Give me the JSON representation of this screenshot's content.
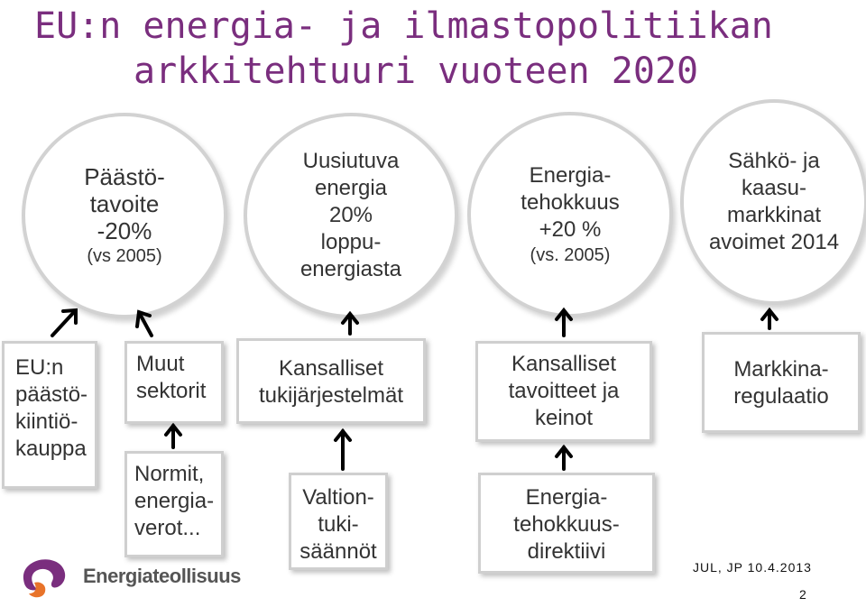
{
  "title": [
    "EU:n energia- ja ilmastopolitiikan",
    "arkkitehtuuri vuoteen 2020"
  ],
  "circles": [
    {
      "lines": [
        "Päästö-",
        "tavoite",
        "-20%"
      ],
      "note": "(vs 2005)"
    },
    {
      "lines": [
        "Uusiutuva",
        "energia",
        "20%",
        "loppu-",
        "energiasta"
      ]
    },
    {
      "lines": [
        "Energia-",
        "tehokkuus",
        "+20 %"
      ],
      "note": "(vs. 2005)"
    },
    {
      "lines": [
        "Sähkö- ja",
        "kaasu-",
        "markkinat",
        "avoimet 2014"
      ]
    }
  ],
  "boxes_top": [
    {
      "lines": [
        "EU:n",
        "päästö-",
        "kiintiö-",
        "kauppa"
      ]
    },
    {
      "lines": [
        "Muut",
        "sektorit"
      ]
    },
    {
      "lines": [
        "Kansalliset",
        "tukijärjestelmät"
      ]
    },
    {
      "lines": [
        "Kansalliset",
        "tavoitteet ja",
        "keinot"
      ]
    },
    {
      "lines": [
        "Markkina-",
        "regulaatio"
      ]
    }
  ],
  "boxes_bottom": [
    {
      "lines": [
        "Normit,",
        "energia-",
        "verot..."
      ]
    },
    {
      "lines": [
        "Valtion-",
        "tuki-",
        "säännöt"
      ]
    },
    {
      "lines": [
        "Energia-",
        "tehokkuus-",
        "direktiivi"
      ]
    }
  ],
  "logo": {
    "text": "Energiateollisuus",
    "colors": {
      "purple": "#7a2e7e",
      "orange": "#e8732a"
    }
  },
  "footer": {
    "credit": "JUL, JP 10.4.2013",
    "page": "2"
  },
  "colors": {
    "title": "#7a2e7e",
    "border": "#cfcfcf",
    "arrow": "#000000"
  }
}
